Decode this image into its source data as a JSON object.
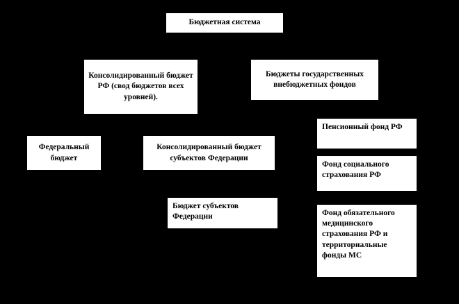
{
  "diagram": {
    "title": "Бюджетная система",
    "colors": {
      "background": "#000000",
      "box_fill": "#ffffff",
      "box_text": "#000000"
    },
    "nodes": {
      "budget_system": {
        "label": "Бюджетная система"
      },
      "consolidated_rf": {
        "label": "Консолидированный бюджет РФ (свод бюджетов всех уровней)."
      },
      "state_extrabudgetary": {
        "label": "Бюджеты государственных внебюджетных фондов"
      },
      "pension_fund": {
        "label": "Пенсионный фонд РФ"
      },
      "federal_budget": {
        "label": "Федеральный бюджет"
      },
      "consolidated_subjects": {
        "label": "Консолидированный бюджет субъектов Федерации"
      },
      "social_insurance": {
        "label": "Фонд социального страхования РФ"
      },
      "subjects_budget": {
        "label": "Бюджет субъектов Федерации"
      },
      "medical_insurance": {
        "label": "Фонд обязательного медицинского страхования РФ и территориальные фонды МС"
      }
    }
  }
}
